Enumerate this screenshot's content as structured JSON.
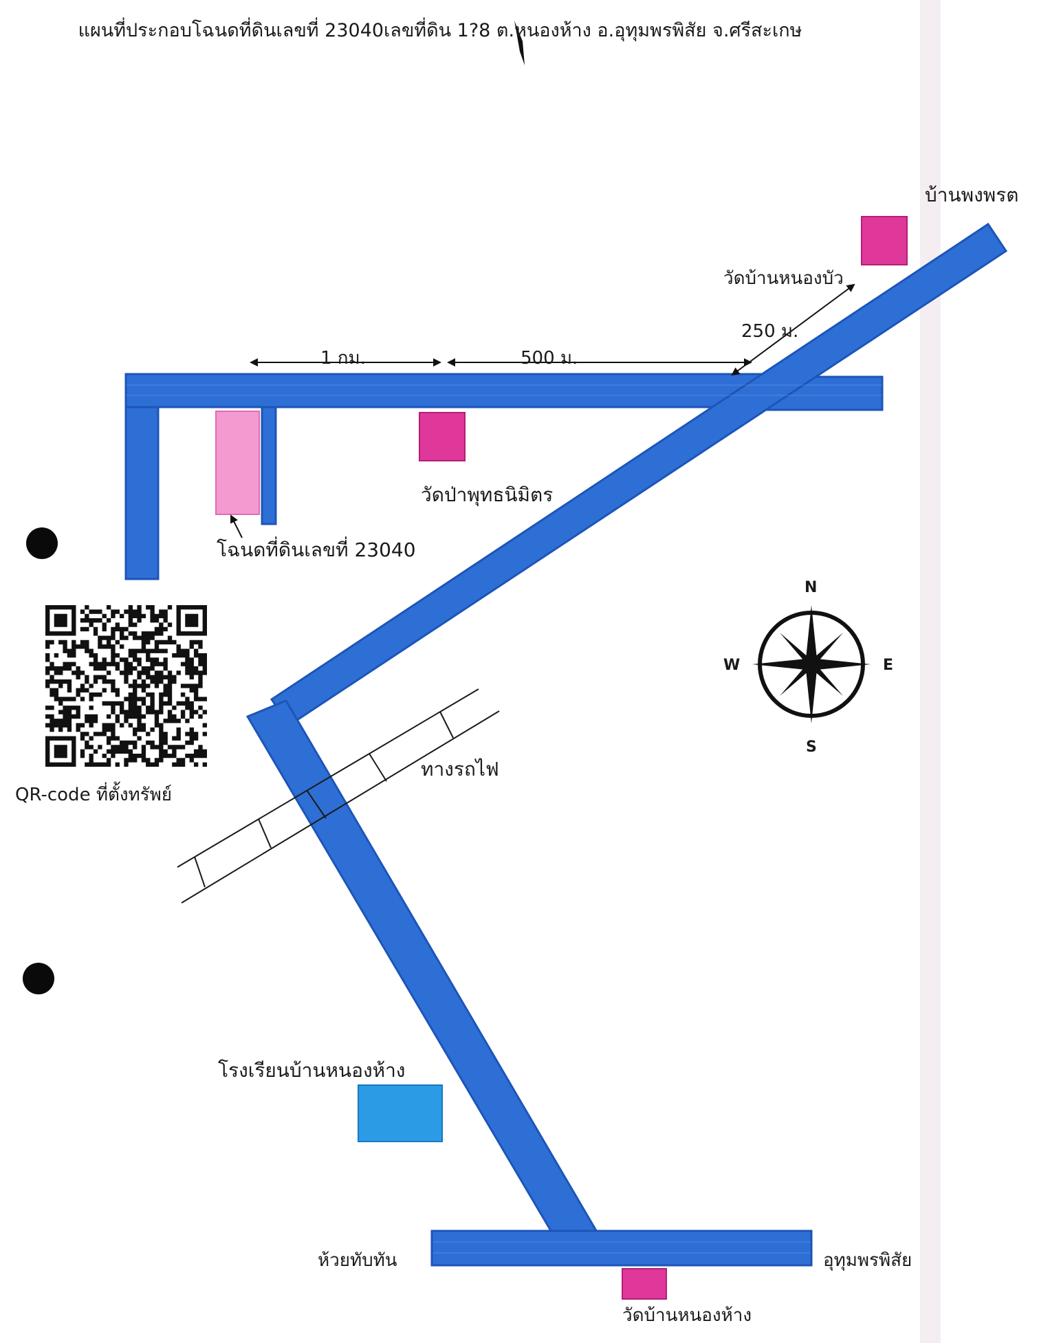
{
  "title": "แผนที่ประกอบโฉนดที่ดินเลขที่ 23040เลขที่ดิน 1?8 ต.หนองห้าง อ.อุทุมพรพิสัย จ.ศรีสะเกษ",
  "places": {
    "ban_phong_phrot": "บ้านพงพรต",
    "wat_ban_nong_bua": "วัดบ้านหนองบัว",
    "wat_pa_phutthanimit": "วัดป่าพุทธนิมิตร",
    "parcel_deed": "โฉนดที่ดินเลขที่ 23040",
    "railway": "ทางรถไฟ",
    "school": "โรงเรียนบ้านหนองห้าง",
    "huai_thap_than": "ห้วยทับทัน",
    "uthumphon_phisai": "อุทุมพรพิสัย",
    "wat_ban_nong_hang": "วัดบ้านหนองห้าง"
  },
  "distances": {
    "d1": "1 กม.",
    "d2": "500 ม.",
    "d3": "250 ม."
  },
  "qr": {
    "caption": "QR-code ที่ตั้งทรัพย์"
  },
  "compass": {
    "n": "N",
    "s": "S",
    "e": "E",
    "w": "W"
  },
  "colors": {
    "road": "#2e6fd6",
    "road_edge": "#1d55b8",
    "temple": "#e0379a",
    "parcel": "#f39ad0",
    "school": "#2b9be6"
  }
}
